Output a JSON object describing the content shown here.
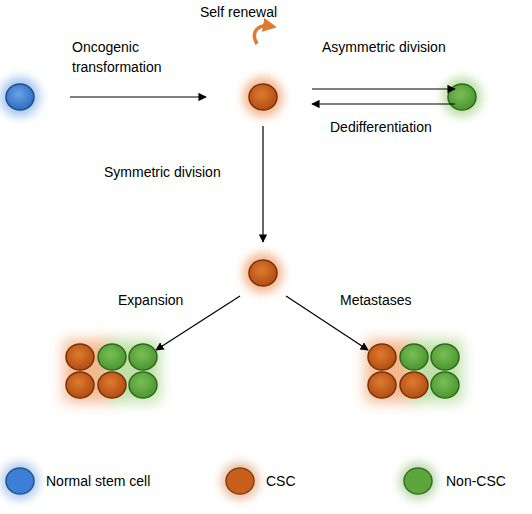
{
  "diagram": {
    "labels": [
      "Self renewal",
      "Oncogenic transformation",
      "Asymmetric division",
      "Dedifferentiation",
      "Symmetric division",
      "Expansion",
      "Metastases"
    ],
    "legend": [
      {
        "text": "Normal stem cell",
        "color": "#3d7fd6"
      },
      {
        "text": "CSC",
        "color": "#c8601c"
      },
      {
        "text": "Non-CSC",
        "color": "#5ca63c"
      }
    ]
  }
}
